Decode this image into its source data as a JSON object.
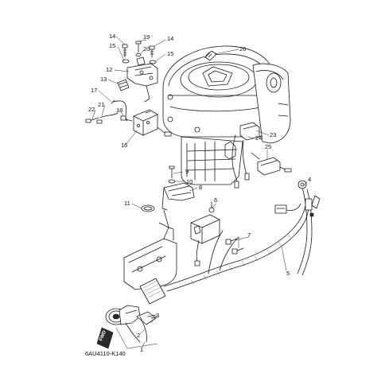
{
  "figure_code": "6AU4110-K140",
  "direction_label": "FWD",
  "callouts": [
    {
      "id": "c14a",
      "label": "14"
    },
    {
      "id": "c19",
      "label": "19"
    },
    {
      "id": "c14b",
      "label": "14"
    },
    {
      "id": "c15a",
      "label": "15"
    },
    {
      "id": "c20",
      "label": "20"
    },
    {
      "id": "c15b",
      "label": "15"
    },
    {
      "id": "c26",
      "label": "26"
    },
    {
      "id": "c13",
      "label": "13"
    },
    {
      "id": "c12",
      "label": "12"
    },
    {
      "id": "c17",
      "label": "17"
    },
    {
      "id": "c21",
      "label": "21"
    },
    {
      "id": "c22",
      "label": "22"
    },
    {
      "id": "c18",
      "label": "18"
    },
    {
      "id": "c16",
      "label": "16"
    },
    {
      "id": "c23",
      "label": "23"
    },
    {
      "id": "c24",
      "label": "24"
    },
    {
      "id": "c25",
      "label": "25"
    },
    {
      "id": "c9",
      "label": "9"
    },
    {
      "id": "c10",
      "label": "10"
    },
    {
      "id": "c8",
      "label": "8"
    },
    {
      "id": "c11",
      "label": "11"
    },
    {
      "id": "c4",
      "label": "4"
    },
    {
      "id": "c6",
      "label": "6"
    },
    {
      "id": "c7",
      "label": "7"
    },
    {
      "id": "c5",
      "label": "5"
    },
    {
      "id": "c3",
      "label": "3"
    },
    {
      "id": "c2",
      "label": "2"
    },
    {
      "id": "c1",
      "label": "1"
    }
  ]
}
